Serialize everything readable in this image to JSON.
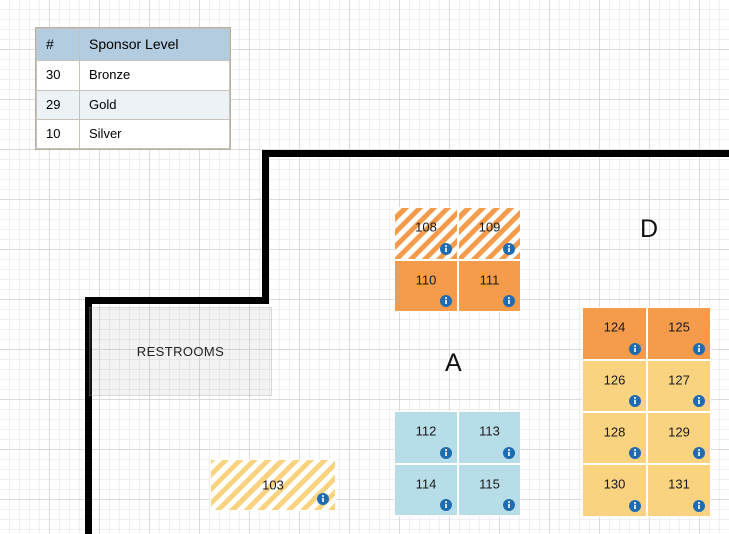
{
  "legend": {
    "columns": [
      "#",
      "Sponsor Level"
    ],
    "rows": [
      {
        "count": "30",
        "level": "Bronze"
      },
      {
        "count": "29",
        "level": "Gold"
      },
      {
        "count": "10",
        "level": "Silver"
      }
    ],
    "header_color": "#b3cce0",
    "alt_row_color": "#edf2f7"
  },
  "zones": [
    {
      "label": "A"
    },
    {
      "label": "D"
    }
  ],
  "rooms": [
    {
      "label": "RESTROOMS"
    }
  ],
  "colors": {
    "orange": "#f59b4c",
    "gold": "#fad380",
    "blue": "#b6dde8",
    "info_icon": "#1f6bb0",
    "wall": "#000000",
    "grid_minor": "#efefef",
    "grid_major": "#d9d9d9"
  },
  "icons": {
    "info": "info-icon"
  },
  "booth_groups": [
    {
      "name": "group-108",
      "booths": [
        {
          "number": "108",
          "fill": "hatch-orange"
        },
        {
          "number": "109",
          "fill": "hatch-orange"
        },
        {
          "number": "110",
          "fill": "fill-orange"
        },
        {
          "number": "111",
          "fill": "fill-orange"
        }
      ]
    },
    {
      "name": "group-112",
      "booths": [
        {
          "number": "112",
          "fill": "fill-blue"
        },
        {
          "number": "113",
          "fill": "fill-blue"
        },
        {
          "number": "114",
          "fill": "fill-blue"
        },
        {
          "number": "115",
          "fill": "fill-blue"
        }
      ]
    },
    {
      "name": "group-124",
      "booths": [
        {
          "number": "124",
          "fill": "fill-orange"
        },
        {
          "number": "125",
          "fill": "fill-orange"
        },
        {
          "number": "126",
          "fill": "fill-gold"
        },
        {
          "number": "127",
          "fill": "fill-gold"
        },
        {
          "number": "128",
          "fill": "fill-gold"
        },
        {
          "number": "129",
          "fill": "fill-gold"
        },
        {
          "number": "130",
          "fill": "fill-gold"
        },
        {
          "number": "131",
          "fill": "fill-gold"
        }
      ]
    },
    {
      "name": "group-103",
      "booths": [
        {
          "number": "103",
          "fill": "hatch-gold"
        }
      ]
    }
  ]
}
